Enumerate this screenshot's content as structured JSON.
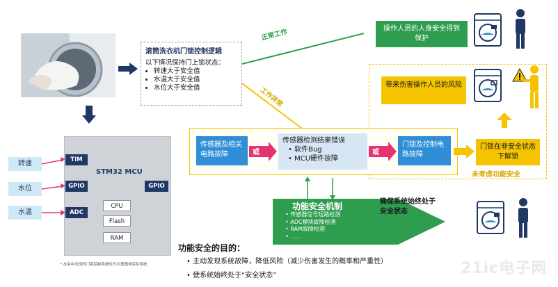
{
  "door_logic": {
    "title": "滚筒洗衣机门锁控制逻辑",
    "intro": "以下情况保持门上锁状态：",
    "items": [
      "转速大于安全值",
      "水温大于安全值",
      "水位大于安全值"
    ]
  },
  "paths": {
    "normal_label": "正常工作",
    "abnormal_label": "工作异常"
  },
  "results": {
    "safe": "操作人员的人身安全得到保护",
    "harm": "带来伤害操作人员的风险",
    "unlock": "门锁在非安全状态下解锁",
    "not_considered": "未考虑功能安全"
  },
  "mcu": {
    "title": "STM32 MCU",
    "tim": "TIM",
    "gpio_left": "GPIO",
    "gpio_right": "GPIO",
    "adc": "ADC",
    "cpu": "CPU",
    "flash": "Flash",
    "ram": "RAM"
  },
  "inputs": [
    "转速",
    "水位",
    "水温"
  ],
  "footnote": "* 本讲中出现的门锁控制系统仅为示意图非实际系统",
  "fault_chain": {
    "sensor_fault": "传感器及相关电路故障",
    "or1": "或",
    "detect_title": "传感器检测结果错误",
    "detect_items": [
      "软件Bug",
      "MCU硬件故障"
    ],
    "or2": "或",
    "lock_fault": "门锁及控制电路故障"
  },
  "safety_mechanism": {
    "title": "功能安全机制",
    "items": [
      "传感器信号短路检测",
      "ADC模块故障检测",
      "RAM故障检测",
      "……"
    ],
    "ensure": "确保系统始终处于安全状态"
  },
  "purpose": {
    "title": "功能安全的目的：",
    "points": [
      "主动发现系统故障，降低风险（减少伤害发生的概率和严重性）",
      "使系统始终处于“安全状态”"
    ]
  },
  "watermark": "21ic电子网"
}
